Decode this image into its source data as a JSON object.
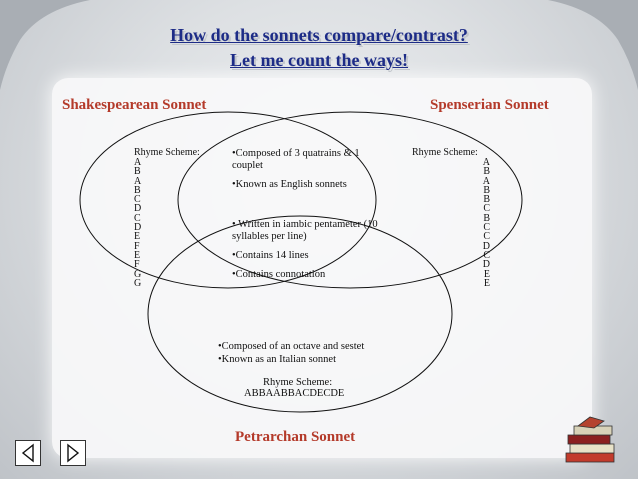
{
  "slide": {
    "title_line1": "How do the sonnets compare/contrast?",
    "title_line2": "Let me count the ways!"
  },
  "shakespearean": {
    "label": "Shakespearean Sonnet",
    "rhyme_label": "Rhyme Scheme:",
    "rhyme_letters": [
      "A",
      "B",
      "A",
      "B",
      "C",
      "D",
      "C",
      "D",
      "E",
      "F",
      "E",
      "F",
      "G",
      "G"
    ],
    "points": [
      "•Composed of 3 quatrains & 1 couplet",
      "•Known as English sonnets"
    ]
  },
  "spenserian": {
    "label": "Spenserian Sonnet",
    "rhyme_label": "Rhyme Scheme:",
    "rhyme_letters": [
      "A",
      "B",
      "A",
      "B",
      "B",
      "C",
      "B",
      "C",
      "C",
      "D",
      "C",
      "D",
      "E",
      "E"
    ]
  },
  "shared": {
    "points": [
      "• Written in iambic pentameter (10 syllables per line)",
      "•Contains 14 lines",
      "•Contains connotation"
    ]
  },
  "petrarchan": {
    "label": "Petrarchan Sonnet",
    "points": [
      "•Composed of an octave and sestet",
      "•Known as an Italian sonnet"
    ],
    "rhyme_label": "Rhyme Scheme:",
    "rhyme_value": "ABBAABBACDECDE"
  },
  "icons": [
    "nav-back-icon",
    "nav-forward-icon",
    "books-icon"
  ]
}
